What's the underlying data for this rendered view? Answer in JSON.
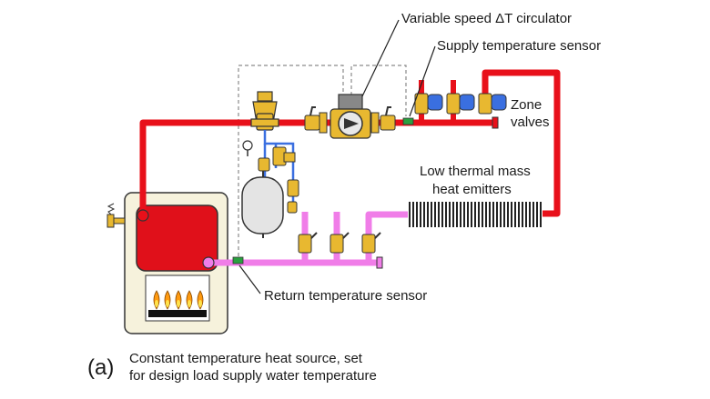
{
  "labels": {
    "circulator": "Variable speed ΔT circulator",
    "supply_sensor": "Supply temperature sensor",
    "zone_valves_line1": "Zone",
    "zone_valves_line2": "valves",
    "emitters_line1": "Low thermal mass",
    "emitters_line2": "heat emitters",
    "return_sensor": "Return temperature sensor"
  },
  "caption": {
    "tag": "(a)",
    "line1": "Constant temperature heat source, set",
    "line2": "for design load supply water temperature"
  },
  "colors": {
    "supply_pipe": "#e8101a",
    "return_pipe": "#f07de8",
    "brass": "#e8b830",
    "valve_actuator": "#3a6fe0",
    "sensor": "#2aa040",
    "boiler_cabinet": "#f6f2dc",
    "boiler_hx": "#e0101a",
    "flame": "#ff9a10",
    "expansion_tank": "#e4e4e4",
    "emitter": "#222222"
  }
}
